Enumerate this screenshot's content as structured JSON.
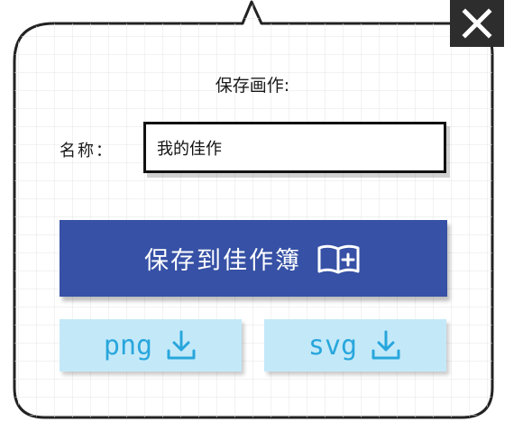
{
  "dialog": {
    "title": "保存画作:",
    "name_label": "名称：",
    "name_value": "我的佳作",
    "save_label": "保存到佳作簿",
    "png_label": "png",
    "svg_label": "svg"
  },
  "icons": {
    "close": "close-icon",
    "book": "book-add-icon",
    "download": "download-icon"
  },
  "colors": {
    "primary": "#3651a5",
    "export_bg": "#c3e9f9",
    "export_text": "#28a6dc",
    "close_bg": "#2d2d2d"
  }
}
